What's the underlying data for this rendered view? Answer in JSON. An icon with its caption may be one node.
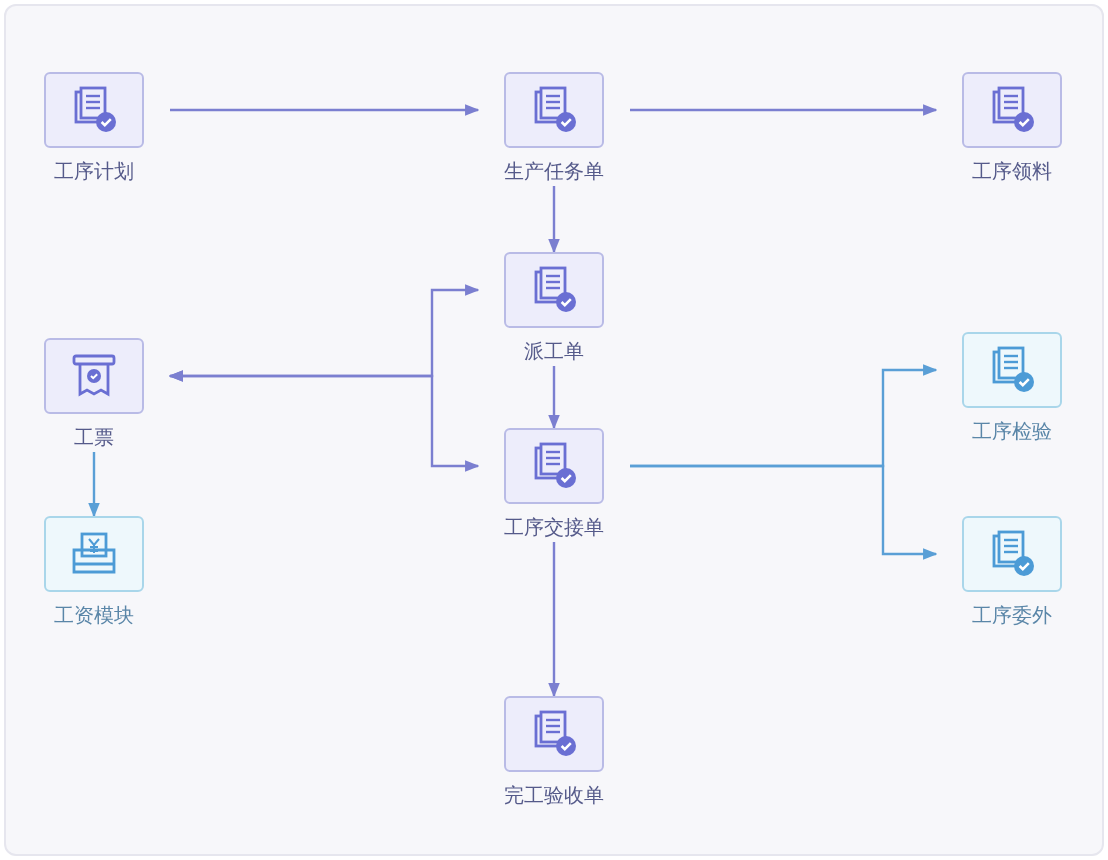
{
  "diagram": {
    "nodes": [
      {
        "text": [
          "工序计划"
        ]
      },
      {
        "text": [
          "生产任务单"
        ]
      },
      {
        "text": [
          "工序领料"
        ]
      },
      {
        "text": [
          "派工单"
        ]
      },
      {
        "text": [
          "工票"
        ]
      },
      {
        "text": [
          "工序交接单"
        ]
      },
      {
        "text": [
          "工资模块"
        ]
      },
      {
        "text": [
          "工序检验"
        ]
      },
      {
        "text": [
          "工序委外"
        ]
      },
      {
        "text": [
          "完工验收单"
        ]
      }
    ],
    "edges": [
      {
        "from": 0,
        "to": 1,
        "arrow": "to"
      },
      {
        "from": 1,
        "to": 2,
        "arrow": "to"
      },
      {
        "from": 1,
        "to": 3,
        "arrow": "to"
      },
      {
        "from": 3,
        "to": 5,
        "arrow": "to"
      },
      {
        "from": 3,
        "to": 4,
        "arrow": "both"
      },
      {
        "from": 5,
        "to": 4,
        "arrow": "both"
      },
      {
        "from": 4,
        "to": 6,
        "arrow": "to",
        "color": "#5a9fd6"
      },
      {
        "from": 5,
        "to": 7,
        "arrow": "to",
        "color": "#5a9fd6"
      },
      {
        "from": 5,
        "to": 8,
        "arrow": "to",
        "color": "#5a9fd6"
      },
      {
        "from": 5,
        "to": 9,
        "arrow": "to"
      }
    ]
  }
}
